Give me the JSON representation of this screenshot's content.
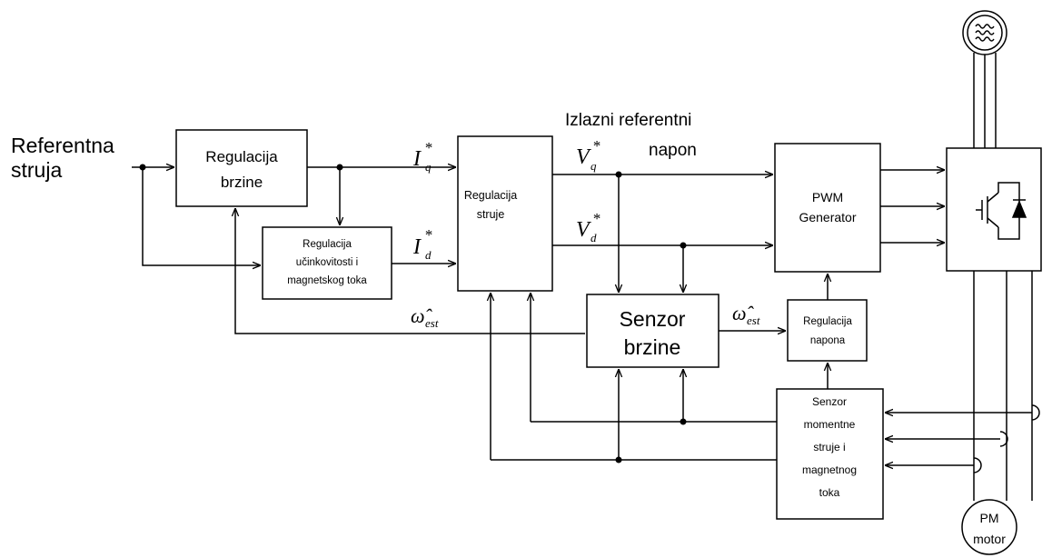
{
  "input_label": {
    "line1": "Referentna",
    "line2": "struja"
  },
  "output_label": {
    "line1": "Izlazni referentni",
    "line2": "napon"
  },
  "blocks": {
    "speed_reg": {
      "line1": "Regulacija",
      "line2": "brzine"
    },
    "eff_reg": {
      "line1": "Regulacija",
      "line2": "učinkovitosti i",
      "line3": "magnetskog toka"
    },
    "current_reg": {
      "line1": "Regulacija",
      "line2": "struje"
    },
    "pwm": {
      "line1": "PWM",
      "line2": "Generator"
    },
    "speed_sensor": {
      "line1": "Senzor",
      "line2": "brzine"
    },
    "voltage_reg": {
      "line1": "Regulacija",
      "line2": "napona"
    },
    "current_sensor": {
      "line1": "Senzor",
      "line2": "momentne",
      "line3": "struje i",
      "line4": "magnetnog",
      "line5": "toka"
    },
    "motor": {
      "line1": "PM",
      "line2": "motor"
    }
  },
  "signals": {
    "iq": {
      "base": "I",
      "sub": "q",
      "sup": "*"
    },
    "id": {
      "base": "I",
      "sub": "d",
      "sup": "*"
    },
    "vq": {
      "base": "V",
      "sub": "q",
      "sup": "*"
    },
    "vd": {
      "base": "V",
      "sub": "d",
      "sup": "*"
    },
    "omega1": {
      "base": "ω̂",
      "sub": "est"
    },
    "omega2": {
      "base": "ω̂",
      "sub": "est"
    }
  },
  "icons": {
    "source": "ac-source-icon",
    "inverter": "igbt-inverter-icon"
  }
}
